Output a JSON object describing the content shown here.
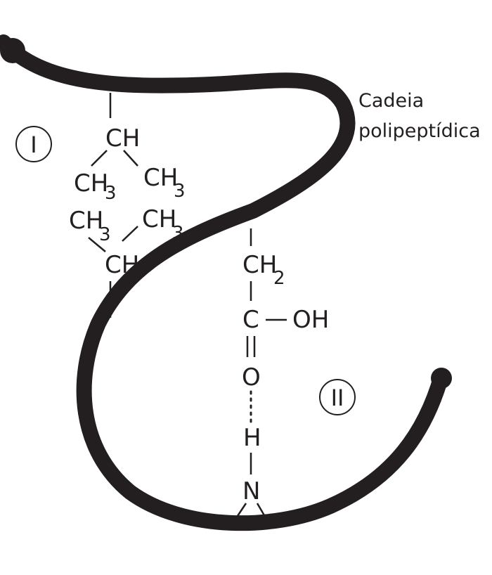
{
  "chain_label_line1": "Cadeia",
  "chain_label_line2": "polipeptídica",
  "marker_I": "I",
  "marker_II": "II",
  "group_I": {
    "top_ch": "CH",
    "ch3_main": "CH",
    "ch3_sub": "3",
    "bottom_ch": "CH"
  },
  "group_II": {
    "ch2_main": "CH",
    "ch2_sub": "2",
    "carbon": "C",
    "oh": "OH",
    "oxygen": "O",
    "hydrogen": "H",
    "nitrogen": "N"
  },
  "colors": {
    "ink": "#231f20",
    "background": "#ffffff"
  }
}
